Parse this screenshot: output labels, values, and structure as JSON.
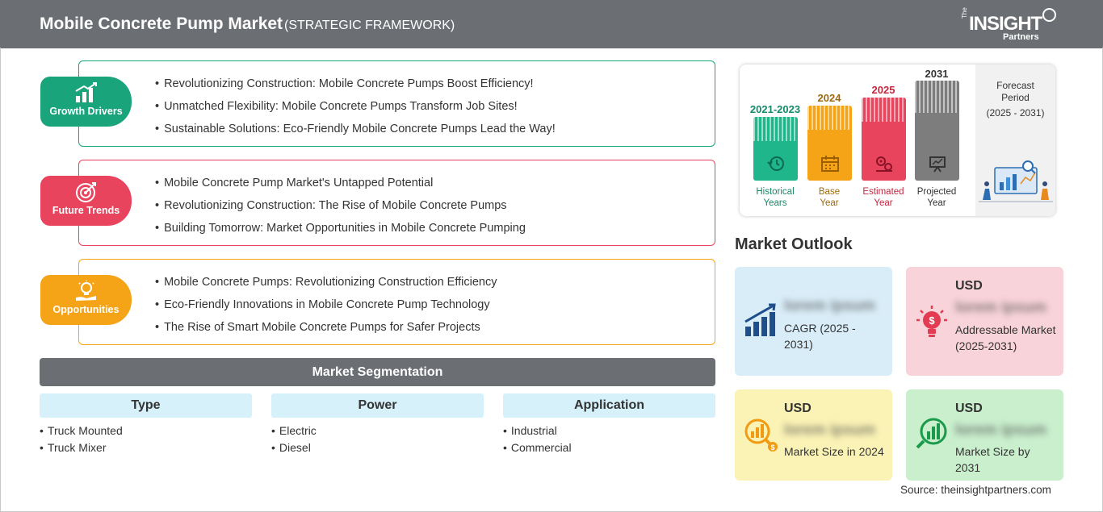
{
  "header": {
    "title": "Mobile Concrete Pump Market",
    "subtitle": "(STRATEGIC FRAMEWORK)",
    "logo_the": "The",
    "logo_insight": "INSIGHT",
    "logo_partners": "Partners"
  },
  "cards": [
    {
      "label": "Growth Drivers",
      "color": "#19a47c",
      "items": [
        "Revolutionizing Construction: Mobile Concrete Pumps Boost Efficiency!",
        "Unmatched Flexibility: Mobile Concrete Pumps Transform Job Sites!",
        "Sustainable Solutions: Eco-Friendly Mobile Concrete Pumps Lead the Way!"
      ]
    },
    {
      "label": "Future Trends",
      "color": "#e9445e",
      "items": [
        "Mobile Concrete Pump Market's Untapped Potential",
        "Revolutionizing Construction: The Rise of Mobile Concrete Pumps",
        "Building Tomorrow: Market Opportunities in Mobile Concrete Pumping"
      ]
    },
    {
      "label": "Opportunities",
      "color": "#f5a418",
      "items": [
        "Mobile Concrete Pumps: Revolutionizing Construction Efficiency",
        "Eco-Friendly Innovations in Mobile Concrete Pump Technology",
        "The Rise of Smart Mobile Concrete Pumps for Safer Projects"
      ]
    }
  ],
  "segmentation": {
    "title": "Market Segmentation",
    "columns": [
      {
        "head": "Type",
        "items": [
          "Truck Mounted",
          "Truck Mixer"
        ]
      },
      {
        "head": "Power",
        "items": [
          "Electric",
          "Diesel"
        ]
      },
      {
        "head": "Application",
        "items": [
          "Industrial",
          "Commercial"
        ]
      }
    ]
  },
  "timeline": {
    "forecast_label": "Forecast Period",
    "forecast_range": "(2025 - 2031)",
    "bars": [
      {
        "year": "2021-2023",
        "label1": "Historical",
        "label2": "Years",
        "color": "#1fb68c",
        "year_color": "#138a68",
        "icon": "history-icon"
      },
      {
        "year": "2024",
        "label1": "Base",
        "label2": "Year",
        "color": "#f5a418",
        "year_color": "#9c6a0c",
        "icon": "calendar-icon"
      },
      {
        "year": "2025",
        "label1": "Estimated",
        "label2": "Year",
        "color": "#e9445e",
        "year_color": "#c2283f",
        "icon": "gears-icon"
      },
      {
        "year": "2031",
        "label1": "Projected",
        "label2": "Year",
        "color": "#7d7d7d",
        "year_color": "#333333",
        "icon": "presentation-icon"
      }
    ]
  },
  "outlook": {
    "title": "Market Outlook",
    "boxes": [
      {
        "usd": "",
        "value": "lorem ipsum",
        "label": "CAGR (2025 - 2031)",
        "color": "#d9edf8",
        "icon": "growth-chart-icon"
      },
      {
        "usd": "USD",
        "value": "lorem ipsum",
        "label": "Addressable Market (2025-2031)",
        "color": "#f8d3d9",
        "icon": "bulb-dollar-icon"
      },
      {
        "usd": "USD",
        "value": "lorem ipsum",
        "label": "Market Size in 2024",
        "color": "#fbf3b5",
        "icon": "magnifier-chart-icon"
      },
      {
        "usd": "USD",
        "value": "lorem ipsum",
        "label": "Market Size by 2031",
        "color": "#c9efcd",
        "icon": "target-chart-icon"
      }
    ]
  },
  "source": "Source: theinsightpartners.com"
}
